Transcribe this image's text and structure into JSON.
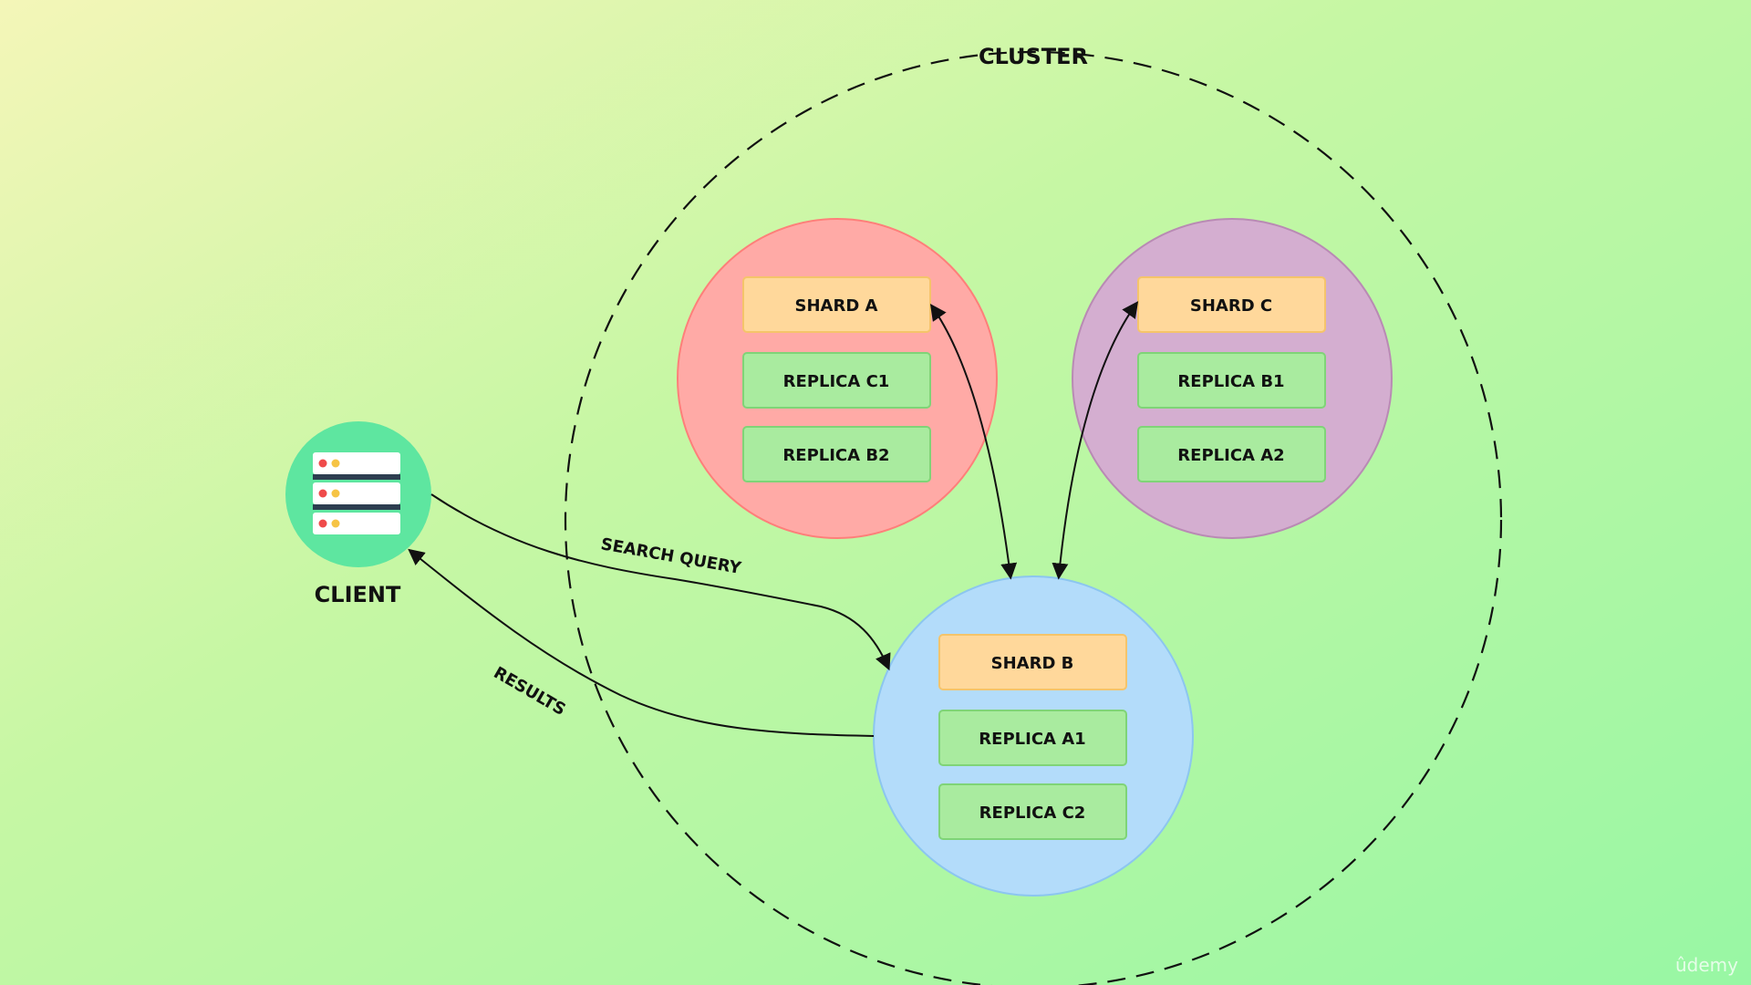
{
  "cluster": {
    "label": "CLUSTER"
  },
  "client": {
    "label": "CLIENT",
    "icon": "server-icon"
  },
  "nodes": [
    {
      "id": "node-a",
      "color": "#ffaaa6",
      "border": "#ff7f7a",
      "items": [
        {
          "label": "SHARD A",
          "kind": "shard"
        },
        {
          "label": "REPLICA C1",
          "kind": "replica"
        },
        {
          "label": "REPLICA B2",
          "kind": "replica"
        }
      ]
    },
    {
      "id": "node-c",
      "color": "#d4aed0",
      "border": "#b98ab4",
      "items": [
        {
          "label": "SHARD C",
          "kind": "shard"
        },
        {
          "label": "REPLICA B1",
          "kind": "replica"
        },
        {
          "label": "REPLICA A2",
          "kind": "replica"
        }
      ]
    },
    {
      "id": "node-b",
      "color": "#b3dcfa",
      "border": "#8cc6ef",
      "items": [
        {
          "label": "SHARD B",
          "kind": "shard"
        },
        {
          "label": "REPLICA A1",
          "kind": "replica"
        },
        {
          "label": "REPLICA C2",
          "kind": "replica"
        }
      ]
    }
  ],
  "edges": [
    {
      "label": "SEARCH QUERY"
    },
    {
      "label": "RESULTS"
    }
  ],
  "colors": {
    "shard_fill": "#ffd89b",
    "shard_border": "#f5c46a",
    "replica_fill": "#a9eb9f",
    "replica_border": "#7fd477",
    "client_fill": "#5ee6a0"
  },
  "watermark": "ûdemy"
}
